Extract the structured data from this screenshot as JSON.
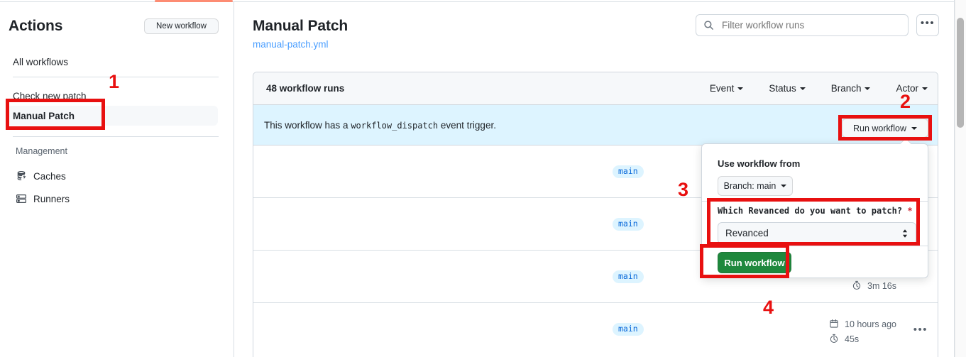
{
  "sidebar": {
    "title": "Actions",
    "new_workflow_label": "New workflow",
    "items": [
      {
        "label": "All workflows"
      },
      {
        "label": "Check new patch"
      },
      {
        "label": "Manual Patch"
      }
    ],
    "management_label": "Management",
    "management_items": [
      {
        "label": "Caches",
        "icon": "database-cache-icon"
      },
      {
        "label": "Runners",
        "icon": "server-runner-icon"
      }
    ]
  },
  "header": {
    "title": "Manual Patch",
    "workflow_file": "manual-patch.yml",
    "search_placeholder": "Filter workflow runs",
    "search_value": "",
    "kebab_label": "•••"
  },
  "runs": {
    "count_label": "48 workflow runs",
    "filters": [
      {
        "label": "Event"
      },
      {
        "label": "Status"
      },
      {
        "label": "Branch"
      },
      {
        "label": "Actor"
      }
    ],
    "dispatch_banner": {
      "prefix": "This workflow has a",
      "code": "workflow_dispatch",
      "suffix": "event trigger."
    },
    "run_workflow_button": "Run workflow",
    "rows": [
      {
        "branch": "main",
        "duration": "",
        "age": "",
        "kebab": ""
      },
      {
        "branch": "main",
        "duration": "",
        "age": "",
        "kebab": ""
      },
      {
        "branch": "main",
        "duration": "3m 16s",
        "age": "",
        "kebab": ""
      },
      {
        "branch": "main",
        "duration": "45s",
        "age": "10 hours ago",
        "kebab": "•••"
      }
    ]
  },
  "popover": {
    "use_workflow_from_label": "Use workflow from",
    "branch_value": "Branch: main",
    "input_label": "Which Revanced do you want to patch?",
    "required_marker": "*",
    "input_value": "Revanced",
    "submit_label": "Run workflow"
  },
  "annotations": [
    {
      "number": "1"
    },
    {
      "number": "2"
    },
    {
      "number": "3"
    },
    {
      "number": "4"
    }
  ],
  "colors": {
    "accent_blue": "#0969da",
    "green": "#1f883d",
    "annotation_red": "#e81010",
    "banner_blue": "#ddf4ff",
    "orange_tab": "#fd8c73"
  }
}
